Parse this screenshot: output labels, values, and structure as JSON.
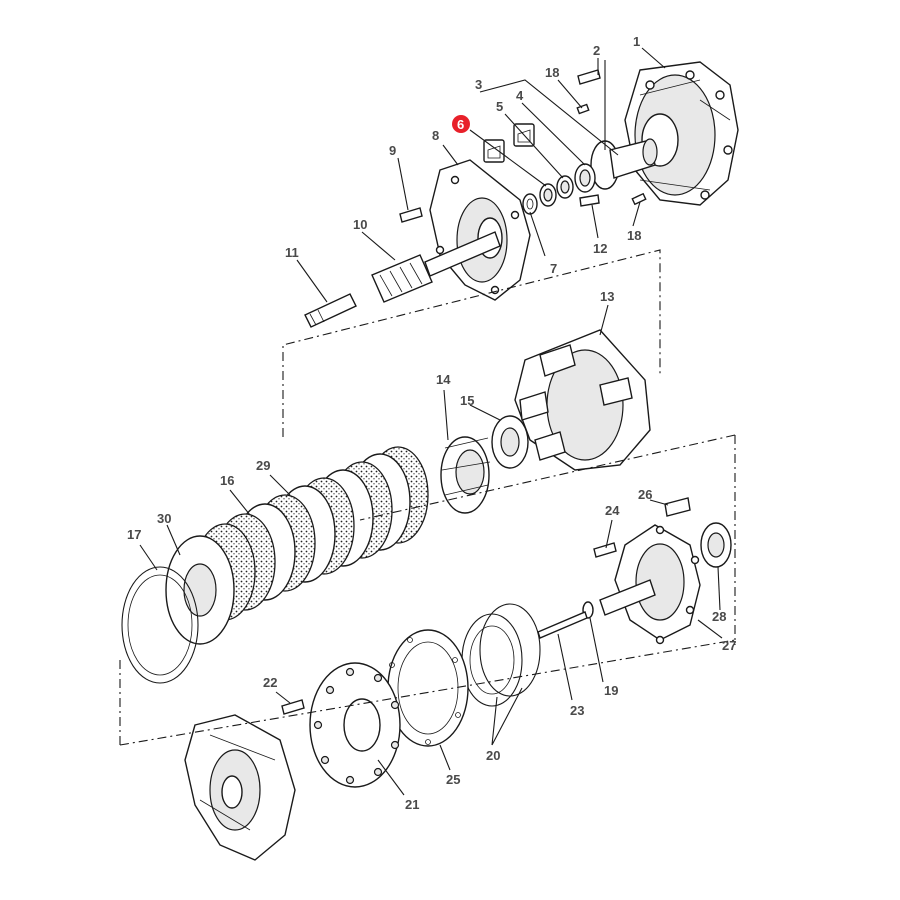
{
  "highlight": {
    "callout": "6",
    "color": "#e8202a"
  },
  "callouts": {
    "c1": "1",
    "c2": "2",
    "c3": "3",
    "c4": "4",
    "c5": "5",
    "c6": "6",
    "c7": "7",
    "c8": "8",
    "c9": "9",
    "c10": "10",
    "c11": "11",
    "c12": "12",
    "c13": "13",
    "c14": "14",
    "c15": "15",
    "c16": "16",
    "c17": "17",
    "c18a": "18",
    "c18b": "18",
    "c19": "19",
    "c20": "20",
    "c21": "21",
    "c22": "22",
    "c23": "23",
    "c24": "24",
    "c25": "25",
    "c26": "26",
    "c27": "27",
    "c28": "28",
    "c29": "29",
    "c30": "30"
  }
}
